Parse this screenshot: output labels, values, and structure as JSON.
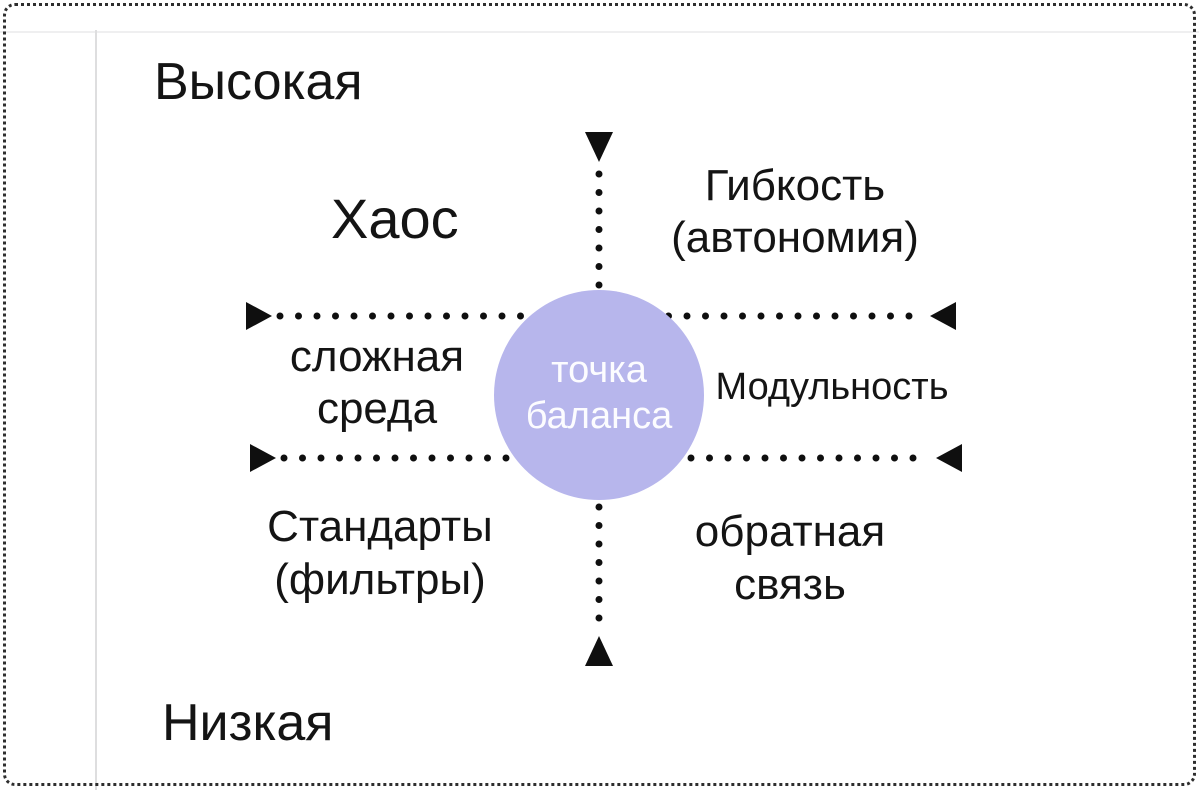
{
  "canvas": {
    "background": "#ffffff",
    "selection_border_color": "#2e2e2e"
  },
  "colors": {
    "axis": "#0f0f0f",
    "text": "#141414",
    "balance_circle_fill": "#b7b6ec",
    "balance_circle_text": "#fcfcff"
  },
  "axes": {
    "vertical_top_label": "Высокая",
    "vertical_bottom_label": "Низкая"
  },
  "quadrants": {
    "top_left": {
      "label": "Хаос"
    },
    "top_right": {
      "line1": "Гибкость",
      "line2": "(автономия)"
    },
    "mid_left": {
      "line1": "сложная",
      "line2": "среда"
    },
    "mid_right": {
      "label": "Модульность"
    },
    "bottom_left": {
      "line1": "Стандарты",
      "line2": "(фильтры)"
    },
    "bottom_right": {
      "line1": "обратная",
      "line2": "связь"
    }
  },
  "center": {
    "line1": "точка",
    "line2": "баланса"
  }
}
